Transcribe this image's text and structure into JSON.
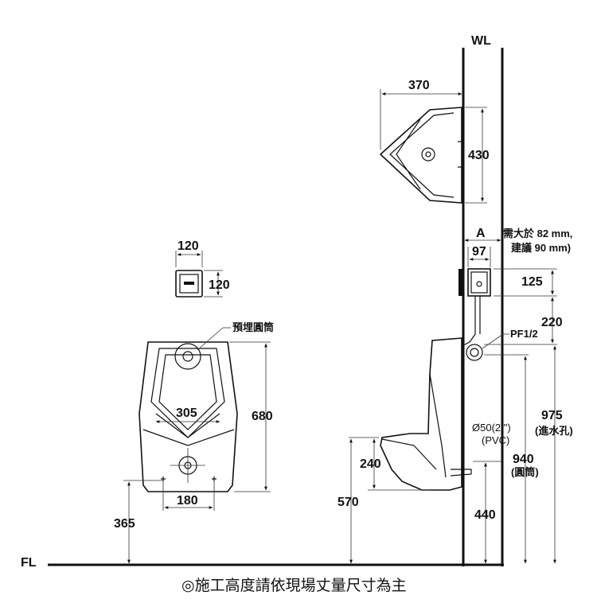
{
  "labels": {
    "wall": "WL",
    "floor": "FL",
    "embedded_pipe": "預埋圓筒",
    "valve_thread": "PF1/2",
    "niche_label": "A",
    "niche_note_line1": "需大於 82 mm,",
    "niche_note_line2": "建議 90 mm)",
    "drain_size": "Ø50(2 \")",
    "drain_material": "(PVC)",
    "inlet_note": "(進水孔)",
    "pipe_note": "(圓筒)",
    "footer": "◎施工高度請依現場丈量尺寸為主"
  },
  "dimensions": {
    "top_width": "370",
    "top_depth": "430",
    "box_width": "120",
    "box_height": "120",
    "front_inner_width": "305",
    "front_base_width": "180",
    "front_height": "680",
    "floor_to_bottom": "365",
    "niche_width": "97",
    "valve_box_height": "125",
    "valve_to_inlet": "220",
    "inlet_height": "975",
    "pipe_height": "940",
    "side_bowl_depth": "240",
    "side_rim_height": "570",
    "drain_height": "440"
  }
}
